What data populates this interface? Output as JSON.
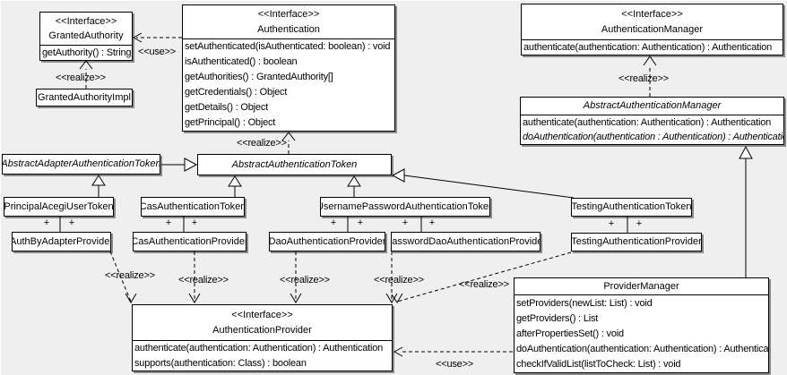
{
  "labels": {
    "use": "<<use>>",
    "realize": "<<realize>>",
    "plus": "+"
  },
  "classes": {
    "grantedAuthority": {
      "stereotype": "<<Interface>>",
      "name": "GrantedAuthority",
      "methods": [
        "getAuthority() : String"
      ]
    },
    "grantedAuthorityImpl": {
      "name": "GrantedAuthorityImpl"
    },
    "authentication": {
      "stereotype": "<<Interface>>",
      "name": "Authentication",
      "methods": [
        "setAuthenticated(isAuthenticated: boolean) : void",
        "isAuthenticated() : boolean",
        "getAuthorities() : GrantedAuthority[]",
        "getCredentials() : Object",
        "getDetails() : Object",
        "getPrincipal() : Object"
      ]
    },
    "authenticationManager": {
      "stereotype": "<<Interface>>",
      "name": "AuthenticationManager",
      "methods": [
        "authenticate(authentication: Authentication) : Authentication"
      ]
    },
    "abstractAuthenticationManager": {
      "name": "AbstractAuthenticationManager",
      "methods": [
        "authenticate(authentication: Authentication) : Authentication",
        "doAuthentication(authentication : Authentication) : Authentication"
      ]
    },
    "abstractAdapterAuthenticationToken": {
      "name": "AbstractAdapterAuthenticationToken"
    },
    "abstractAuthenticationToken": {
      "name": "AbstractAuthenticationToken"
    },
    "principalAcegiUserToken": {
      "name": "PrincipalAcegiUserToken"
    },
    "casAuthenticationToken": {
      "name": "CasAuthenticationToken"
    },
    "usernamePasswordAuthenticationToken": {
      "name": "UsernamePasswordAuthenticationToken"
    },
    "testingAuthenticationToken": {
      "name": "TestingAuthenticationToken"
    },
    "authByAdapterProvider": {
      "name": "AuthByAdapterProvider"
    },
    "casAuthenticationProvider": {
      "name": "CasAuthenticationProvider"
    },
    "daoAuthenticationProvider": {
      "name": "DaoAuthenticationProvider"
    },
    "passwordDaoAuthenticationProvider": {
      "name": "PasswordDaoAuthenticationProvider"
    },
    "testingAuthenticationProvider": {
      "name": "TestingAuthenticationProvider"
    },
    "providerManager": {
      "name": "ProviderManager",
      "methods": [
        "setProviders(newList: List) : void",
        "getProviders() : List",
        "afterPropertiesSet() : void",
        "doAuthentication(authentication: Authentication) : Authentication",
        "checkIfValidList(listToCheck: List) : void"
      ]
    },
    "authenticationProvider": {
      "stereotype": "<<Interface>>",
      "name": "AuthenticationProvider",
      "methods": [
        "authenticate(authentication: Authentication) : Authentication",
        "supports(authentication: Class) : boolean"
      ]
    }
  }
}
